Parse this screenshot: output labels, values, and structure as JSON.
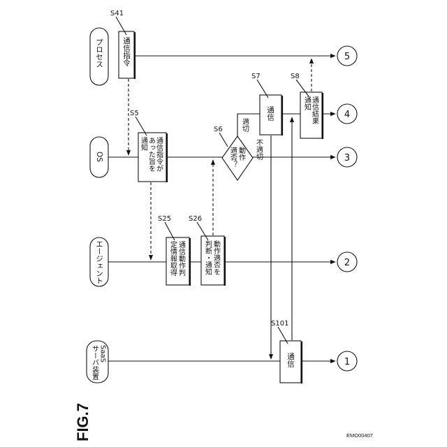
{
  "figure_label": "FIG.7",
  "doc_code": "EMO00407",
  "lanes": {
    "saas": {
      "line1": "SaaS",
      "line2": "サーバ装置"
    },
    "agent": "エージェント",
    "os": "OS",
    "process": "プロセス"
  },
  "boxes": {
    "s41": "通信指令",
    "s5": {
      "line1": "通信指令が",
      "line2": "あった旨を",
      "line3": "通知"
    },
    "s25": {
      "line1": "通信動作判",
      "line2": "定情報取得"
    },
    "s26": {
      "line1": "動作適否を",
      "line2": "判断・通知"
    },
    "s6": {
      "line1": "動作",
      "line2": "適否？"
    },
    "s7": "通信",
    "s8": {
      "line1": "通信結果",
      "line2": "通知"
    },
    "s101": "通信"
  },
  "steps": {
    "s41": "S41",
    "s5": "S5",
    "s25": "S25",
    "s26": "S26",
    "s6": "S6",
    "s7": "S7",
    "s8": "S8",
    "s101": "S101"
  },
  "branches": {
    "ok": "適切",
    "ng": "不適切"
  },
  "connectors": [
    "1",
    "2",
    "3",
    "4",
    "5"
  ]
}
